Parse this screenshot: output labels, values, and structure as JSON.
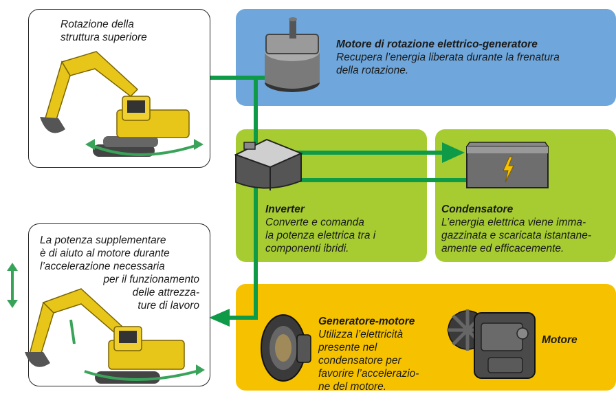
{
  "top_left": {
    "caption_line1": "Rotazione della",
    "caption_line2": "struttura superiore"
  },
  "bottom_left": {
    "line1": "La potenza supplementare",
    "line2": "è di aiuto al motore durante",
    "line3": "l’accelerazione necessaria",
    "line4": "per il funzionamento",
    "line5": "delle attrezza-",
    "line6": "ture di lavoro"
  },
  "swing_motor": {
    "title": "Motore di rotazione elettrico-generatore",
    "desc_line1": "Recupera l’energia liberata durante la frenatura",
    "desc_line2": "della rotazione."
  },
  "inverter": {
    "title": "Inverter",
    "desc_line1": "Converte e comanda",
    "desc_line2": "la potenza elettrica tra i",
    "desc_line3": "componenti ibridi."
  },
  "capacitor": {
    "title": "Condensatore",
    "desc_line1": "L’energia elettrica viene imma-",
    "desc_line2": "gazzinata e scaricata istantane-",
    "desc_line3": "amente ed efficacemente."
  },
  "generator": {
    "title": "Generatore-motore",
    "desc_line1": "Utilizza l’elettricità",
    "desc_line2": "presente nel",
    "desc_line3": "condensatore per",
    "desc_line4": "favorire l’accelerazio-",
    "desc_line5": "ne del motore."
  },
  "engine": {
    "label": "Motore"
  },
  "colors": {
    "blue_panel": "#6fa7dc",
    "green_panel": "#a6cc32",
    "yellow_panel": "#f6c200",
    "connector_green": "#0f9a48",
    "excavator_yellow": "#e8c619"
  }
}
